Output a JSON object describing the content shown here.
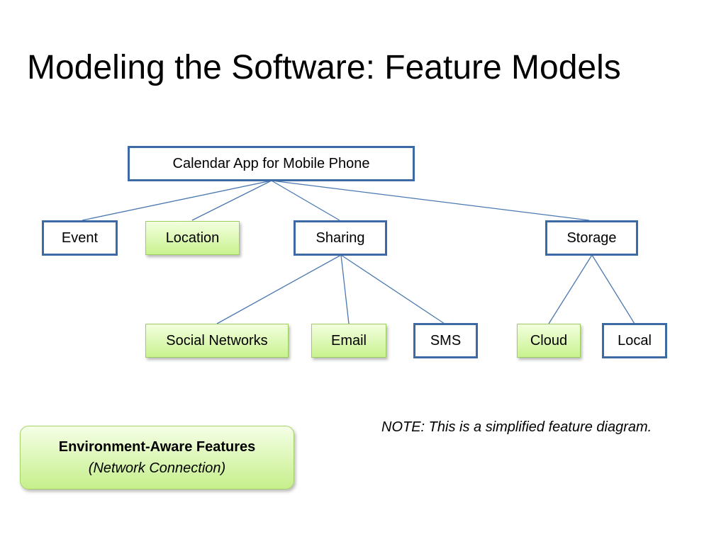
{
  "title": "Modeling the Software: Feature Models",
  "colors": {
    "border_blue": "#3d6aa5",
    "line_blue": "#4a78b0",
    "green_fill_top": "#f3ffdf",
    "green_fill_bottom": "#c9f28f"
  },
  "nodes": {
    "root": "Calendar App for Mobile Phone",
    "event": "Event",
    "location": "Location",
    "sharing": "Sharing",
    "storage": "Storage",
    "social_networks": "Social Networks",
    "email": "Email",
    "sms": "SMS",
    "cloud": "Cloud",
    "local": "Local"
  },
  "edges": [
    [
      "root",
      "event"
    ],
    [
      "root",
      "location"
    ],
    [
      "root",
      "sharing"
    ],
    [
      "root",
      "storage"
    ],
    [
      "sharing",
      "social_networks"
    ],
    [
      "sharing",
      "email"
    ],
    [
      "sharing",
      "sms"
    ],
    [
      "storage",
      "cloud"
    ],
    [
      "storage",
      "local"
    ]
  ],
  "legend": {
    "heading": "Environment-Aware Features",
    "subheading": "(Network Connection)"
  },
  "note": "NOTE: This is a simplified feature diagram."
}
